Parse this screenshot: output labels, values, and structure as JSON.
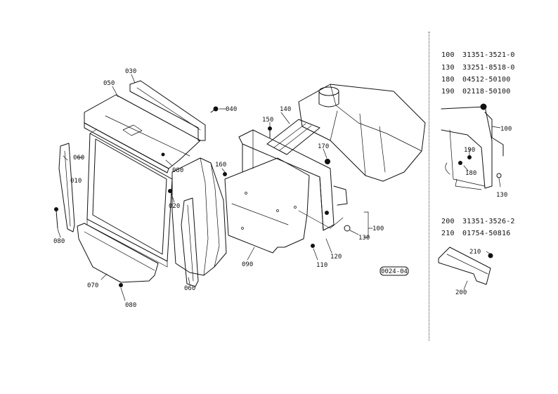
{
  "callouts": {
    "c010": "010",
    "c020": "020",
    "c030": "030",
    "c040": "040",
    "c050": "050",
    "c060a": "060",
    "c060b": "060",
    "c070": "070",
    "c080a": "080",
    "c080b": "080",
    "c080c": "080",
    "c090": "090",
    "c100": "100",
    "c110": "110",
    "c120": "120",
    "c130": "130",
    "c140": "140",
    "c150": "150",
    "c160": "160",
    "c170": "170",
    "inset_a100": "100",
    "inset_a130": "130",
    "inset_a180": "180",
    "inset_a190": "190",
    "inset_b200": "200",
    "inset_b210": "210",
    "stamp": "0024-04"
  },
  "parts_list_a": [
    {
      "code": "100",
      "part": "31351-3521-0"
    },
    {
      "code": "130",
      "part": "33251-8518-0"
    },
    {
      "code": "180",
      "part": "04512-50100"
    },
    {
      "code": "190",
      "part": "02118-50100"
    }
  ],
  "parts_list_b": [
    {
      "code": "200",
      "part": "31351-3526-2"
    },
    {
      "code": "210",
      "part": "01754-50816"
    }
  ]
}
